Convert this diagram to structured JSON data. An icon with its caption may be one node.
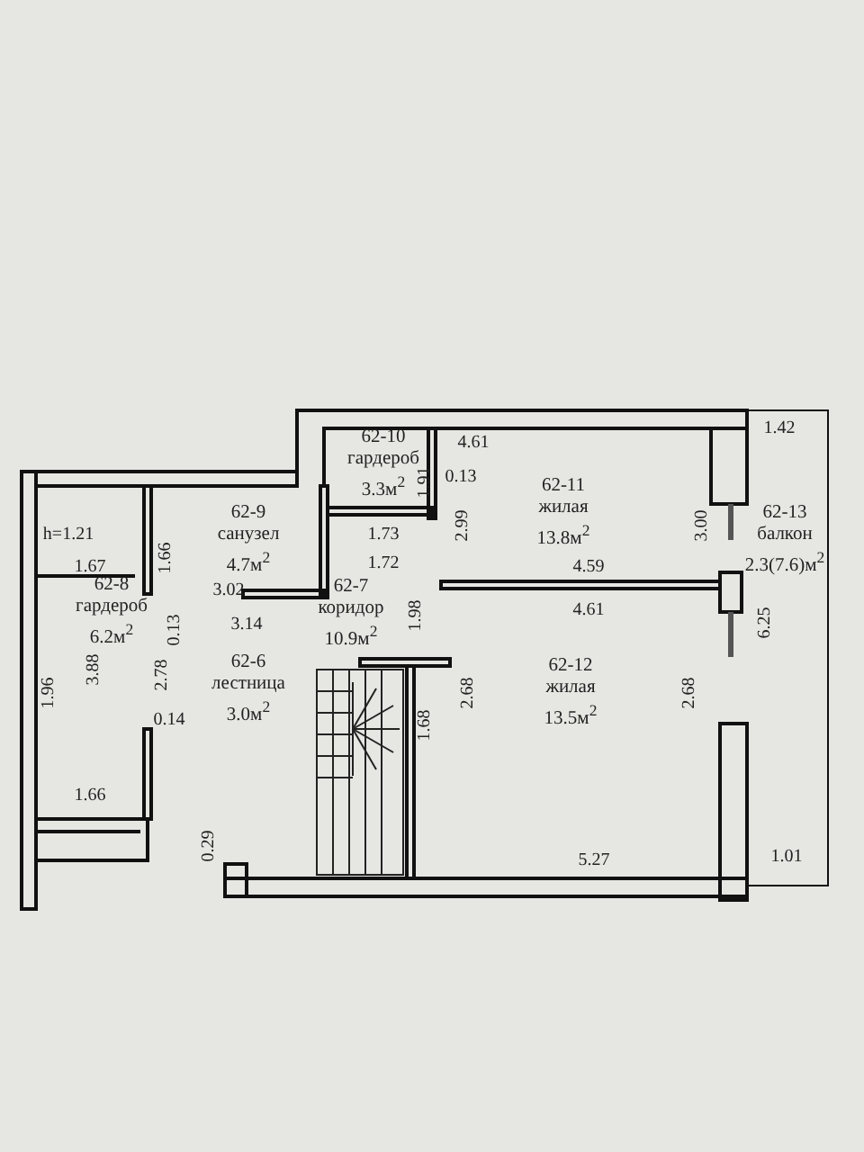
{
  "diagram": {
    "nodes": [
      {
        "text": [
          "62-10",
          "гардероб",
          "3.3м$^{2}$"
        ]
      },
      {
        "text": [
          "62-9",
          "санузел",
          "4.7м$^{2}$"
        ]
      },
      {
        "text": [
          "62-11",
          "жилая",
          "13.8м$^{2}$"
        ]
      },
      {
        "text": [
          "62-13",
          "балкон",
          "2.3(7.6)м$^{2}$"
        ]
      },
      {
        "text": [
          "62-8",
          "гардероб",
          "6.2м$^{2}$"
        ]
      },
      {
        "text": [
          "62-7",
          "коридор",
          "10.9м$^{2}$"
        ]
      },
      {
        "text": [
          "62-6",
          "лестница",
          "3.0м$^{2}$"
        ]
      },
      {
        "text": [
          "62-12",
          "жилая",
          "13.5м$^{2}$"
        ]
      }
    ],
    "labels": [
      "4.61",
      "1.42",
      "1.91",
      "0.13",
      "3.00",
      "h=1.21",
      "1.73",
      "2.99",
      "1.66",
      "1.67",
      "1.72",
      "3.02",
      "4.59",
      "0.13",
      "3.14",
      "1.98",
      "4.61",
      "6.25",
      "3.88",
      "2.78",
      "1.96",
      "2.68",
      "2.68",
      "0.14",
      "1.68",
      "1.66",
      "5.27",
      "1.01",
      "0.29"
    ]
  }
}
